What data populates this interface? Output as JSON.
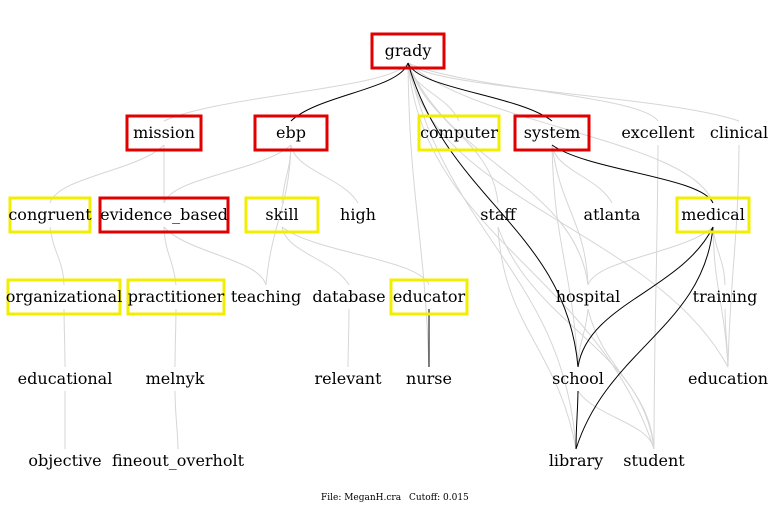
{
  "graph": {
    "nodes": [
      {
        "id": "grady",
        "label": "grady",
        "box": "red"
      },
      {
        "id": "mission",
        "label": "mission",
        "box": "red"
      },
      {
        "id": "ebp",
        "label": "ebp",
        "box": "red"
      },
      {
        "id": "computer",
        "label": "computer",
        "box": "yellow"
      },
      {
        "id": "system",
        "label": "system",
        "box": "red"
      },
      {
        "id": "excellent",
        "label": "excellent",
        "box": "none"
      },
      {
        "id": "clinical",
        "label": "clinical",
        "box": "none"
      },
      {
        "id": "congruent",
        "label": "congruent",
        "box": "yellow"
      },
      {
        "id": "evidence_based",
        "label": "evidence_based",
        "box": "red"
      },
      {
        "id": "skill",
        "label": "skill",
        "box": "yellow"
      },
      {
        "id": "high",
        "label": "high",
        "box": "none"
      },
      {
        "id": "staff",
        "label": "staff",
        "box": "none"
      },
      {
        "id": "atlanta",
        "label": "atlanta",
        "box": "none"
      },
      {
        "id": "medical",
        "label": "medical",
        "box": "yellow"
      },
      {
        "id": "organizational",
        "label": "organizational",
        "box": "yellow"
      },
      {
        "id": "practitioner",
        "label": "practitioner",
        "box": "yellow"
      },
      {
        "id": "teaching",
        "label": "teaching",
        "box": "none"
      },
      {
        "id": "database",
        "label": "database",
        "box": "none"
      },
      {
        "id": "educator",
        "label": "educator",
        "box": "yellow"
      },
      {
        "id": "hospital",
        "label": "hospital",
        "box": "none"
      },
      {
        "id": "training",
        "label": "training",
        "box": "none"
      },
      {
        "id": "educational",
        "label": "educational",
        "box": "none"
      },
      {
        "id": "melnyk",
        "label": "melnyk",
        "box": "none"
      },
      {
        "id": "relevant",
        "label": "relevant",
        "box": "none"
      },
      {
        "id": "nurse",
        "label": "nurse",
        "box": "none"
      },
      {
        "id": "school",
        "label": "school",
        "box": "none"
      },
      {
        "id": "education",
        "label": "education",
        "box": "none"
      },
      {
        "id": "objective",
        "label": "objective",
        "box": "none"
      },
      {
        "id": "fineout_overholt",
        "label": "fineout_overholt",
        "box": "none"
      },
      {
        "id": "library",
        "label": "library",
        "box": "none"
      },
      {
        "id": "student",
        "label": "student",
        "box": "none"
      }
    ],
    "edges": [
      {
        "from": "grady",
        "to": "ebp",
        "style": "dark"
      },
      {
        "from": "grady",
        "to": "system",
        "style": "dark"
      },
      {
        "from": "grady",
        "to": "school",
        "style": "dark"
      },
      {
        "from": "educator",
        "to": "nurse",
        "style": "dark"
      },
      {
        "from": "system",
        "to": "medical",
        "style": "dark"
      },
      {
        "from": "medical",
        "to": "school",
        "style": "dark"
      },
      {
        "from": "medical",
        "to": "library",
        "style": "dark"
      },
      {
        "from": "school",
        "to": "library",
        "style": "dark"
      },
      {
        "from": "grady",
        "to": "mission",
        "style": "light"
      },
      {
        "from": "grady",
        "to": "computer",
        "style": "light"
      },
      {
        "from": "grady",
        "to": "excellent",
        "style": "light"
      },
      {
        "from": "grady",
        "to": "clinical",
        "style": "light"
      },
      {
        "from": "grady",
        "to": "staff",
        "style": "light"
      },
      {
        "from": "grady",
        "to": "nurse",
        "style": "light"
      },
      {
        "from": "grady",
        "to": "library",
        "style": "light"
      },
      {
        "from": "grady",
        "to": "student",
        "style": "light"
      },
      {
        "from": "grady",
        "to": "hospital",
        "style": "light"
      },
      {
        "from": "grady",
        "to": "education",
        "style": "light"
      },
      {
        "from": "grady",
        "to": "medical",
        "style": "light"
      },
      {
        "from": "mission",
        "to": "congruent",
        "style": "light"
      },
      {
        "from": "mission",
        "to": "evidence_based",
        "style": "light"
      },
      {
        "from": "ebp",
        "to": "evidence_based",
        "style": "light"
      },
      {
        "from": "ebp",
        "to": "skill",
        "style": "light"
      },
      {
        "from": "ebp",
        "to": "high",
        "style": "light"
      },
      {
        "from": "ebp",
        "to": "teaching",
        "style": "light"
      },
      {
        "from": "system",
        "to": "atlanta",
        "style": "light"
      },
      {
        "from": "system",
        "to": "hospital",
        "style": "light"
      },
      {
        "from": "system",
        "to": "school",
        "style": "light"
      },
      {
        "from": "congruent",
        "to": "organizational",
        "style": "light"
      },
      {
        "from": "evidence_based",
        "to": "practitioner",
        "style": "light"
      },
      {
        "from": "evidence_based",
        "to": "teaching",
        "style": "light"
      },
      {
        "from": "skill",
        "to": "database",
        "style": "light"
      },
      {
        "from": "skill",
        "to": "educator",
        "style": "light"
      },
      {
        "from": "medical",
        "to": "hospital",
        "style": "light"
      },
      {
        "from": "medical",
        "to": "training",
        "style": "light"
      },
      {
        "from": "medical",
        "to": "education",
        "style": "light"
      },
      {
        "from": "clinical",
        "to": "education",
        "style": "light"
      },
      {
        "from": "excellent",
        "to": "student",
        "style": "light"
      },
      {
        "from": "organizational",
        "to": "educational",
        "style": "light"
      },
      {
        "from": "practitioner",
        "to": "melnyk",
        "style": "light"
      },
      {
        "from": "database",
        "to": "relevant",
        "style": "light"
      },
      {
        "from": "hospital",
        "to": "school",
        "style": "light"
      },
      {
        "from": "hospital",
        "to": "student",
        "style": "light"
      },
      {
        "from": "training",
        "to": "education",
        "style": "light"
      },
      {
        "from": "educational",
        "to": "objective",
        "style": "light"
      },
      {
        "from": "melnyk",
        "to": "fineout_overholt",
        "style": "light"
      },
      {
        "from": "school",
        "to": "student",
        "style": "light"
      },
      {
        "from": "staff",
        "to": "library",
        "style": "light"
      },
      {
        "from": "staff",
        "to": "student",
        "style": "light"
      }
    ]
  },
  "footer": {
    "file": "File: MeganH.cra",
    "cutoff": "Cutoff: 0.015"
  },
  "colors": {
    "red_box": "#e00000",
    "yellow_box": "#f2ee00",
    "light_edge": "#d6d6d6",
    "dark_edge": "#000000"
  }
}
